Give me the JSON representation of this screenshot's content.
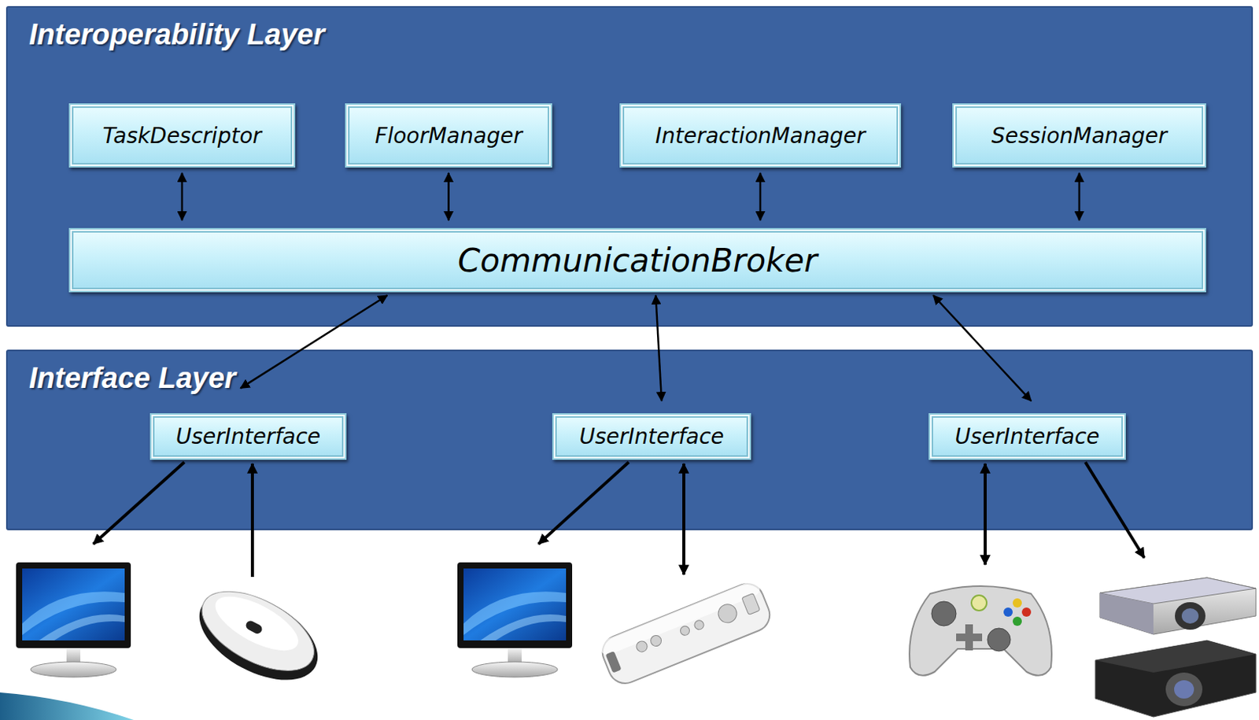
{
  "diagram": {
    "nodes": [
      {
        "text": [
          "Interoperability Layer"
        ]
      },
      {
        "text": [
          "TaskDescriptor"
        ],
        "in": 0
      },
      {
        "text": [
          "FloorManager"
        ],
        "in": 0
      },
      {
        "text": [
          "InteractionManager"
        ],
        "in": 0
      },
      {
        "text": [
          "SessionManager"
        ],
        "in": 0
      },
      {
        "text": [
          "CommunicationBroker"
        ],
        "in": 0
      },
      {
        "text": [
          "Interface Layer"
        ]
      },
      {
        "text": [
          "UserInterface"
        ],
        "in": 6
      },
      {
        "text": [
          "UserInterface"
        ],
        "in": 6
      },
      {
        "text": [
          "UserInterface"
        ],
        "in": 6
      }
    ],
    "edges": [
      {
        "from": 1,
        "to": 5,
        "arrow": "both"
      },
      {
        "from": 2,
        "to": 5,
        "arrow": "both"
      },
      {
        "from": 3,
        "to": 5,
        "arrow": "both"
      },
      {
        "from": 4,
        "to": 5,
        "arrow": "both"
      },
      {
        "from": 5,
        "to": 6,
        "arrow": "both"
      },
      {
        "from": 5,
        "to": 8,
        "arrow": "both"
      },
      {
        "from": 5,
        "to": 9,
        "arrow": "both"
      }
    ]
  }
}
